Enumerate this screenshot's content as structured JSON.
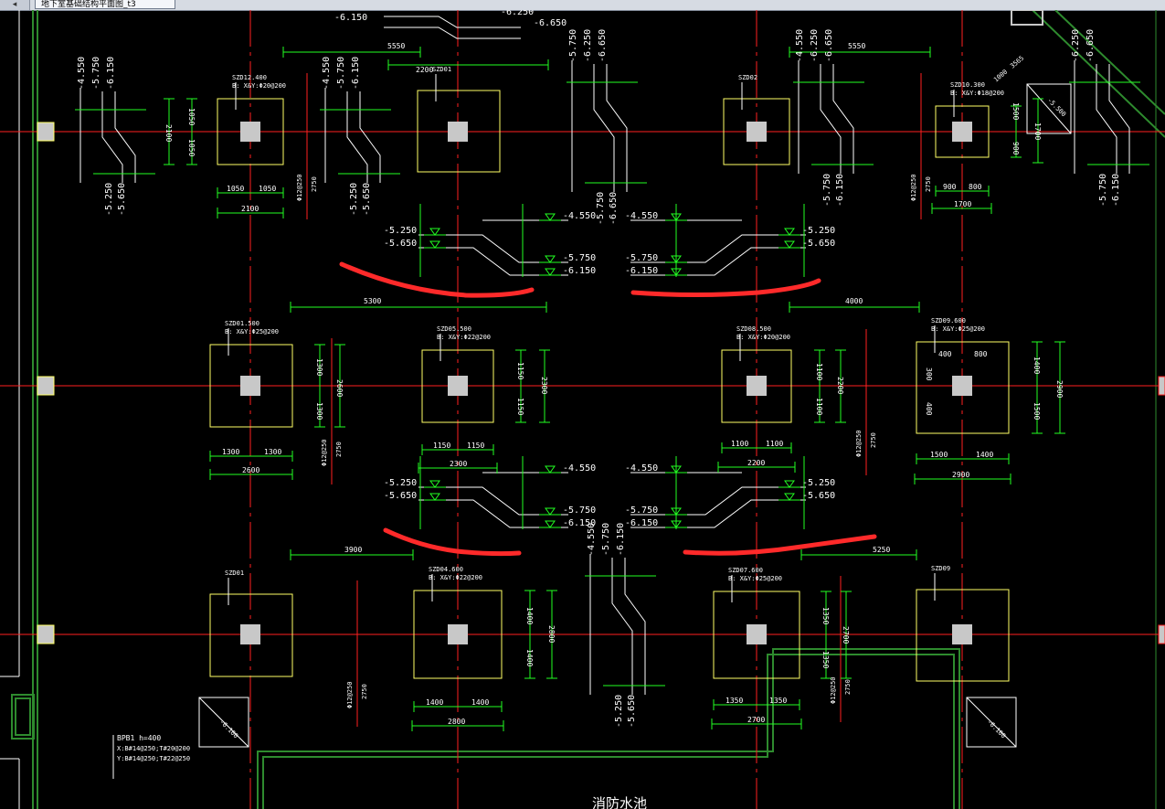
{
  "window": {
    "tab_menu_label": "◂",
    "tab_title": "地下室基础结构平面图_t3"
  },
  "colors": {
    "background": "#000000",
    "axis": "#ff2020",
    "dimension": "#22ff22",
    "pile_cap": "#ffff66",
    "slab_line": "#ffffff",
    "wall": "#2e8b2e",
    "markup": "#ff2a2a",
    "column": "#c8c8c8"
  },
  "labels": {
    "pool_label": "消防水池",
    "slab_note_title": "BPB1 h=400",
    "slab_note_x": "X:B#14@250;T#20@200",
    "slab_note_y": "Y:B#14@250;T#22@250",
    "pit_label_left": "-6.100",
    "pit_label_right": "-6.100",
    "pit_label_top": "-5.500"
  },
  "caps": [
    {
      "id": "SZD12.400",
      "rebar": "B: X&Y:Φ20@200"
    },
    {
      "id": "SZD01",
      "rebar": ""
    },
    {
      "id": "SZD02",
      "rebar": ""
    },
    {
      "id": "SZD10.300",
      "rebar": "B: X&Y:Φ18@200"
    },
    {
      "id": "SZD01.500",
      "rebar": "B: X&Y:Φ25@200"
    },
    {
      "id": "SZD05.500",
      "rebar": "B: X&Y:Φ22@200"
    },
    {
      "id": "SZD08.500",
      "rebar": "B: X&Y:Φ20@200"
    },
    {
      "id": "SZD09.600",
      "rebar": "B: X&Y:Φ25@200"
    },
    {
      "id": "SZD01",
      "rebar": ""
    },
    {
      "id": "SZD04.600",
      "rebar": "B: X&Y:Φ22@200"
    },
    {
      "id": "SZD07.600",
      "rebar": "B: X&Y:Φ25@200"
    },
    {
      "id": "SZD09",
      "rebar": ""
    }
  ],
  "dims": {
    "top_row": [
      "1050",
      "1050",
      "2100",
      "1050",
      "1050",
      "2100",
      "900",
      "800",
      "1700",
      "1500",
      "900",
      "1700"
    ],
    "mid_row": [
      "1300",
      "1300",
      "2600",
      "1150",
      "1150",
      "2300",
      "1100",
      "1100",
      "2200",
      "1500",
      "1400",
      "2900",
      "1300",
      "1300",
      "2600",
      "1150",
      "1150",
      "2300",
      "1100",
      "1100",
      "2200",
      "1400",
      "1500",
      "2900",
      "400",
      "400",
      "300",
      "800"
    ],
    "bot_row": [
      "1400",
      "1400",
      "2800",
      "1400",
      "1400",
      "2800",
      "1350",
      "1350",
      "2700",
      "1350",
      "1350",
      "2700"
    ],
    "spans": [
      "5550",
      "5550",
      "5300",
      "4000",
      "3900",
      "5250",
      "2750",
      "2750",
      "2750",
      "2750",
      "2750",
      "2750",
      "2750",
      "2750",
      "2200",
      "1000",
      "3565"
    ],
    "slab_rebar": [
      "Φ12@250",
      "Φ12@250",
      "Φ12@250",
      "Φ12@250",
      "Φ12@250",
      "Φ12@250",
      "Φ12@250",
      "Φ12@250",
      "Φ12@250"
    ]
  },
  "elevations": {
    "e4550": "-4.550",
    "e5250": "-5.250",
    "e5650": "-5.650",
    "e5750": "-5.750",
    "e6150": "-6.150",
    "e6250": "-6.250",
    "e6650": "-6.650"
  }
}
